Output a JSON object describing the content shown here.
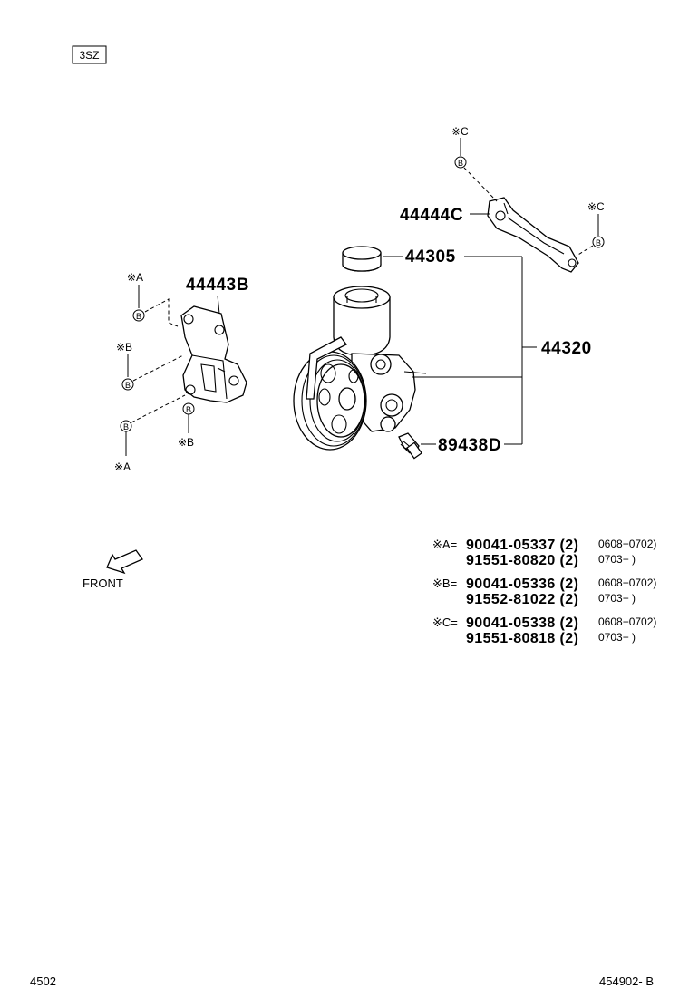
{
  "engine_code": "3SZ",
  "labels": {
    "p44444c": "44444C",
    "p44305": "44305",
    "p44443b": "44443B",
    "p44320": "44320",
    "p89438d": "89438D"
  },
  "markers": {
    "c": "※C",
    "a": "※A",
    "b": "※B",
    "circle_b": "B"
  },
  "front": "FRONT",
  "legend": [
    {
      "key": "※A=",
      "rows": [
        {
          "part": "90041-05337 (2)",
          "range": "0608−0702)"
        },
        {
          "part": "91551-80820 (2)",
          "range": "0703−      )"
        }
      ]
    },
    {
      "key": "※B=",
      "rows": [
        {
          "part": "90041-05336 (2)",
          "range": "0608−0702)"
        },
        {
          "part": "91552-81022 (2)",
          "range": "0703−      )"
        }
      ]
    },
    {
      "key": "※C=",
      "rows": [
        {
          "part": "90041-05338 (2)",
          "range": "0608−0702)"
        },
        {
          "part": "91551-80818 (2)",
          "range": "0703−      )"
        }
      ]
    }
  ],
  "footer": {
    "left": "4502",
    "right": "454902- B"
  }
}
